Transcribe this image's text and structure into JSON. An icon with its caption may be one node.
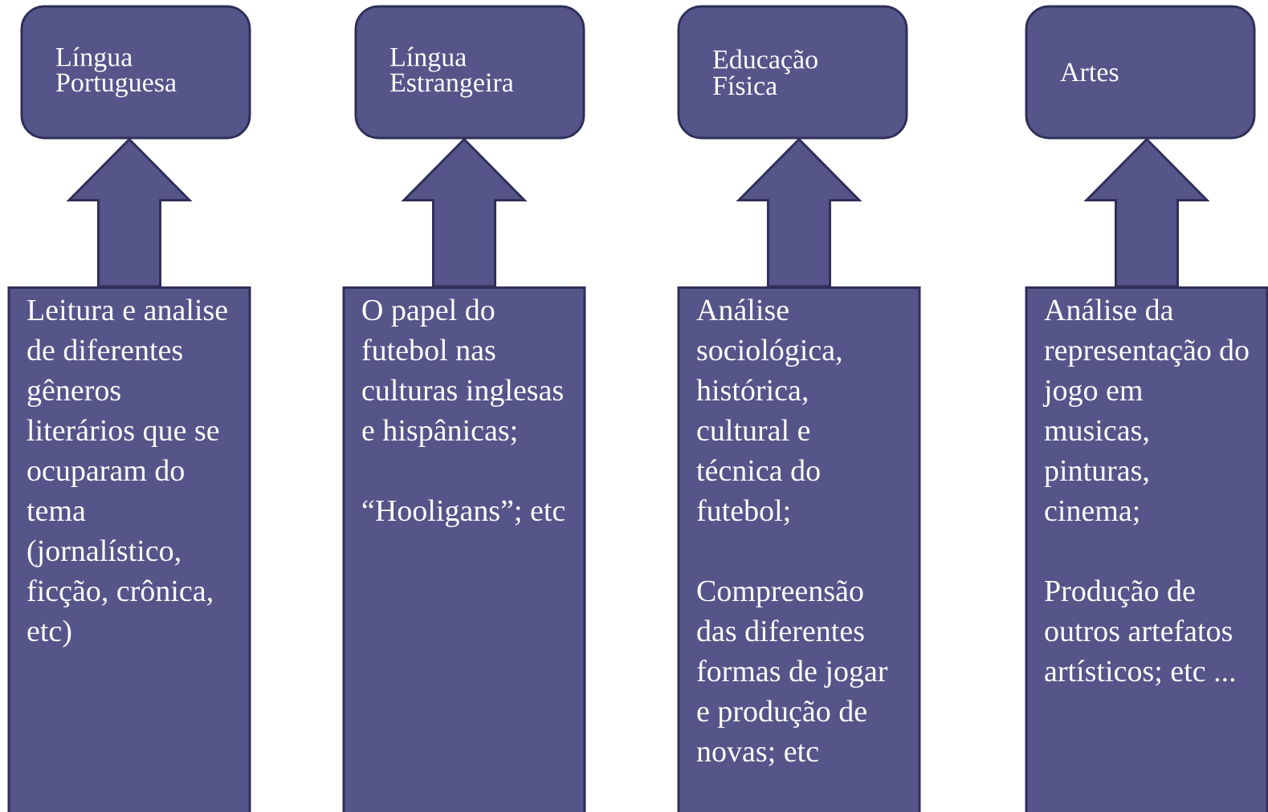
{
  "diagram": {
    "nodes": [
      {
        "text": [
          "Língua Portuguesa"
        ]
      },
      {
        "text": [
          "Língua Estrangeira"
        ]
      },
      {
        "text": [
          "Educação Física"
        ]
      },
      {
        "text": [
          "Artes"
        ]
      },
      {
        "text": [
          "Leitura e analise de diferentes gêneros literários que se ocuparam do tema (jornalístico, ficção, crônica, etc)"
        ]
      },
      {
        "text": [
          "O papel do futebol nas culturas inglesas e hispânicas;",
          "“Hooligans”; etc"
        ]
      },
      {
        "text": [
          "Análise sociológica, histórica, cultural e técnica do futebol;",
          "Compreensão das diferentes formas de jogar e produção de novas; etc"
        ]
      },
      {
        "text": [
          "Análise da representação do jogo em musicas, pinturas, cinema;",
          "Produção de outros artefatos artísticos; etc ..."
        ]
      }
    ],
    "edges": [
      {
        "from": 4,
        "to": 0,
        "arrow": "to"
      },
      {
        "from": 5,
        "to": 1,
        "arrow": "to"
      },
      {
        "from": 6,
        "to": 2,
        "arrow": "to"
      },
      {
        "from": 7,
        "to": 3,
        "arrow": "to"
      }
    ]
  }
}
